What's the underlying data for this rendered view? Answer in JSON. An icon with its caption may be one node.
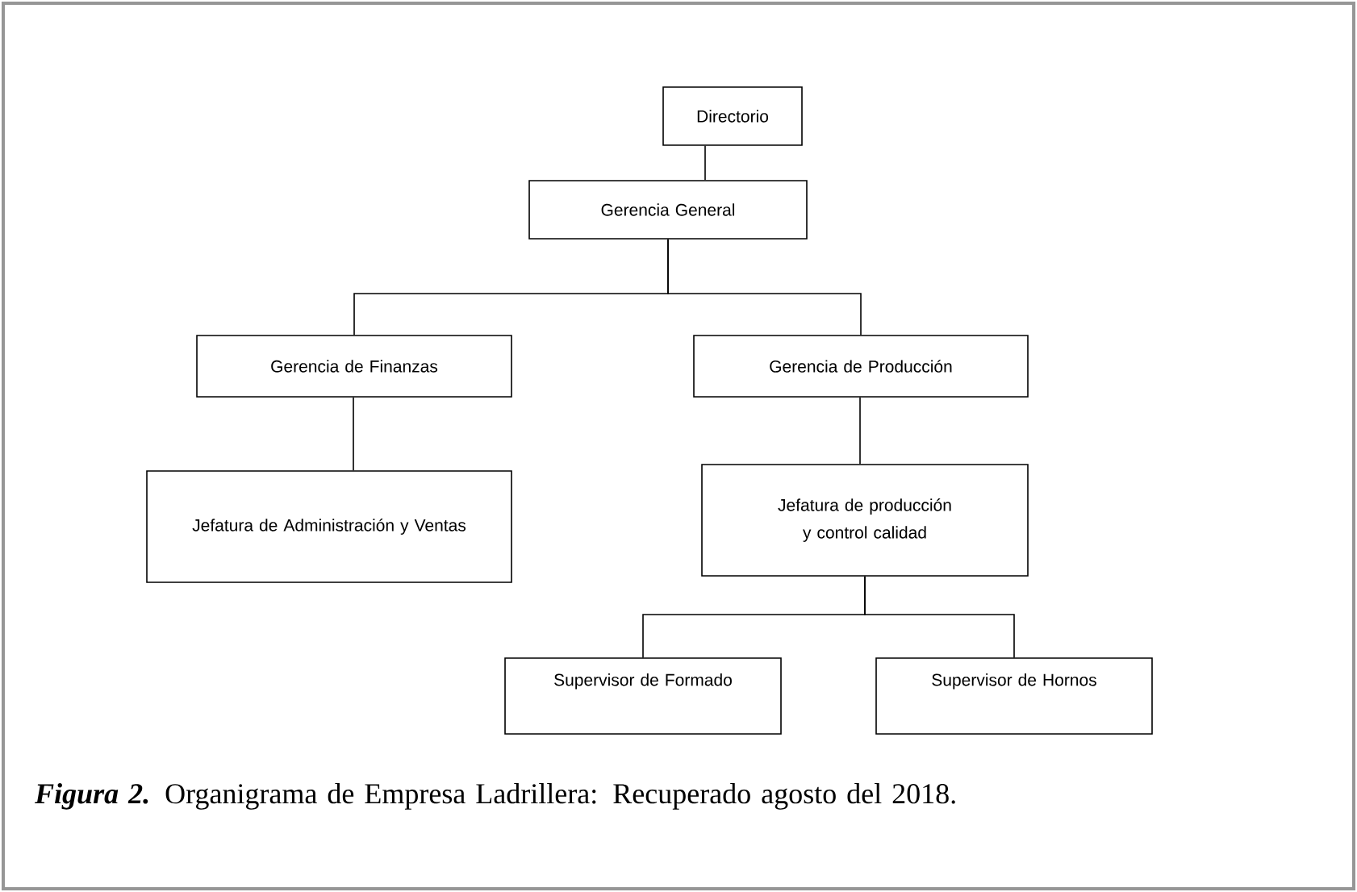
{
  "diagram": {
    "caption": "Organigrama de Empresa Ladrillera: Recuperado agosto del 2018.",
    "nodes": [
      {
        "text": [
          "Directorio"
        ]
      },
      {
        "text": [
          "Gerencia General"
        ]
      },
      {
        "text": [
          "Gerencia de Finanzas"
        ]
      },
      {
        "text": [
          "Gerencia de Producción"
        ]
      },
      {
        "text": [
          "Jefatura de Administración y Ventas"
        ]
      },
      {
        "text": [
          "Jefatura de producción y control calidad"
        ]
      },
      {
        "text": [
          "Supervisor de Formado"
        ]
      },
      {
        "text": [
          "Supervisor de Hornos"
        ]
      }
    ],
    "edges": [
      {
        "from": 0,
        "to": 1,
        "arrow": "none"
      },
      {
        "from": 1,
        "to": 2,
        "arrow": "none"
      },
      {
        "from": 1,
        "to": 3,
        "arrow": "none"
      },
      {
        "from": 2,
        "to": 4,
        "arrow": "none"
      },
      {
        "from": 3,
        "to": 5,
        "arrow": "none"
      },
      {
        "from": 5,
        "to": 6,
        "arrow": "none"
      },
      {
        "from": 5,
        "to": 7,
        "arrow": "none"
      }
    ],
    "labels": [
      "Figura 2."
    ]
  }
}
